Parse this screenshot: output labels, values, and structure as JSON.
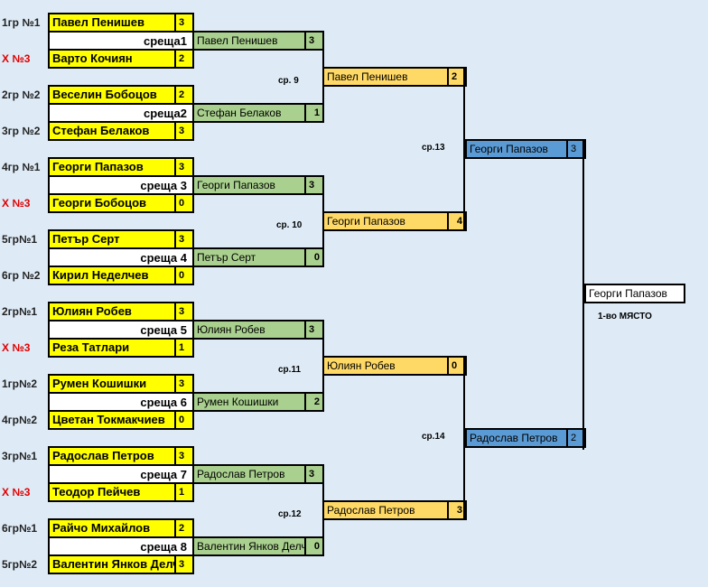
{
  "colors": {
    "background": "#deebf7",
    "round1": "#ffff00",
    "round2": "#a9d08e",
    "round3": "#ffd966",
    "semifinal": "#5b9bd5"
  },
  "round1": [
    {
      "meeting": "среща1",
      "players": [
        {
          "seed": "1гр №1",
          "name": "Павел Пенишев",
          "score": "3"
        },
        {
          "seed": "X №3",
          "name": "Варто Кочиян",
          "score": "2"
        }
      ]
    },
    {
      "meeting": "среща2",
      "players": [
        {
          "seed": "2гр №2",
          "name": "Веселин Бобоцов",
          "score": "2"
        },
        {
          "seed": "3гр №2",
          "name": "Стефан Белаков",
          "score": "3"
        }
      ]
    },
    {
      "meeting": "среща 3",
      "players": [
        {
          "seed": "4гр №1",
          "name": "Георги Папазов",
          "score": "3"
        },
        {
          "seed": "X №3",
          "name": "Георги Бобоцов",
          "score": "0"
        }
      ]
    },
    {
      "meeting": "среща 4",
      "players": [
        {
          "seed": "5гр№1",
          "name": "Петър Серт",
          "score": "3"
        },
        {
          "seed": "6гр №2",
          "name": "Кирил Неделчев",
          "score": "0"
        }
      ]
    },
    {
      "meeting": "среща 5",
      "players": [
        {
          "seed": "2гр№1",
          "name": "Юлиян Робев",
          "score": "3"
        },
        {
          "seed": "X №3",
          "name": "Реза Татлари",
          "score": "1"
        }
      ]
    },
    {
      "meeting": "среща 6",
      "players": [
        {
          "seed": "1гр№2",
          "name": "Румен Кошишки",
          "score": "3"
        },
        {
          "seed": "4гр№2",
          "name": "Цветан Токмакчиев",
          "score": "0"
        }
      ]
    },
    {
      "meeting": "среща 7",
      "players": [
        {
          "seed": "3гр№1",
          "name": "Радослав Петров",
          "score": "3"
        },
        {
          "seed": "X №3",
          "name": "Теодор Пейчев",
          "score": "1"
        }
      ]
    },
    {
      "meeting": "среща 8",
      "players": [
        {
          "seed": "6гр№1",
          "name": "Райчо Михайлов",
          "score": "2"
        },
        {
          "seed": "5гр№2",
          "name": "Валентин Янков Делч",
          "score": "3"
        }
      ]
    }
  ],
  "round2": [
    {
      "name": "Павел Пенишев",
      "score": "3"
    },
    {
      "name": "Стефан Белаков",
      "score": "1"
    },
    {
      "name": "Георги Папазов",
      "score": "3"
    },
    {
      "name": "Петър Серт",
      "score": "0"
    },
    {
      "name": "Юлиян Робев",
      "score": "3"
    },
    {
      "name": "Румен Кошишки",
      "score": "2"
    },
    {
      "name": "Радослав Петров",
      "score": "3"
    },
    {
      "name": "Валентин Янков Делч",
      "score": "0"
    }
  ],
  "round3": [
    {
      "label": "ср. 9",
      "name": "Павел Пенишев",
      "score": "2"
    },
    {
      "label": "ср. 10",
      "name": "Георги Папазов",
      "score": "4"
    },
    {
      "label": "ср.11",
      "name": "Юлиян Робев",
      "score": "0"
    },
    {
      "label": "ср.12",
      "name": "Радослав Петров",
      "score": "3"
    }
  ],
  "semifinal": [
    {
      "label": "ср.13",
      "name": "Георги Папазов",
      "score": "3"
    },
    {
      "label": "ср.14",
      "name": "Радослав Петров",
      "score": "2"
    }
  ],
  "final": {
    "name": "Георги Папазов",
    "place": "1-во МЯСТО"
  }
}
